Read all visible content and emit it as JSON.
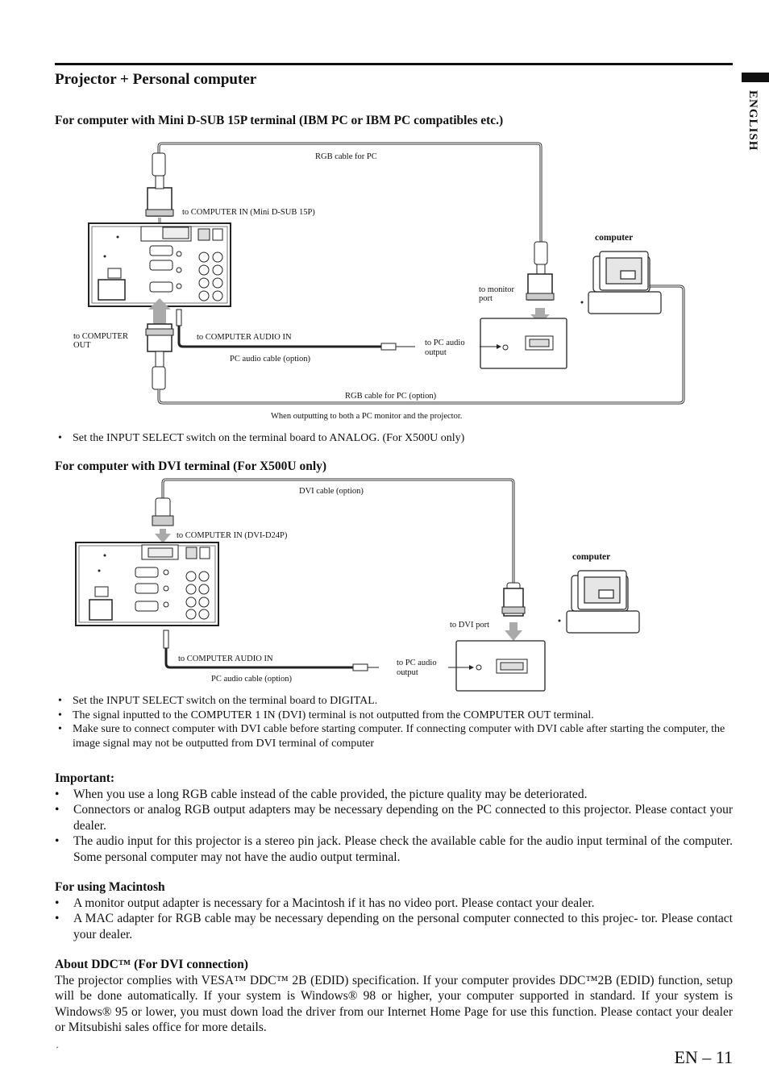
{
  "header": {
    "title": "Projector + Personal computer",
    "side_label": "ENGLISH"
  },
  "section1": {
    "heading": "For computer with Mini D-SUB 15P terminal (IBM PC or IBM PC compatibles etc.)",
    "labels": {
      "rgb_cable": "RGB cable for PC",
      "computer_in": "to COMPUTER IN (Mini D-SUB 15P)",
      "computer": "computer",
      "monitor_port_1": "to monitor",
      "monitor_port_2": "port",
      "computer_out_1": "to COMPUTER",
      "computer_out_2": "OUT",
      "audio_in": "to COMPUTER AUDIO IN",
      "pc_audio_1": "to PC audio",
      "pc_audio_2": "output",
      "audio_cable": "PC audio cable (option)",
      "rgb_cable_option": "RGB cable for PC (option)",
      "note": "When outputting to both a PC monitor and the projector."
    },
    "bullets": [
      "Set the INPUT SELECT switch on the terminal board to ANALOG. (For X500U only)"
    ]
  },
  "section2": {
    "heading": "For computer with DVI terminal (For X500U only)",
    "labels": {
      "dvi_cable": "DVI cable (option)",
      "computer_in": "to COMPUTER IN (DVI-D24P)",
      "computer": "computer",
      "dvi_port": "to DVI port",
      "audio_in": "to COMPUTER AUDIO IN",
      "pc_audio_1": "to PC audio",
      "pc_audio_2": "output",
      "audio_cable": "PC audio cable (option)"
    },
    "bullets": [
      "Set the INPUT SELECT switch on the terminal board to DIGITAL.",
      "The signal inputted to the COMPUTER 1 IN (DVI) terminal is not outputted from the COMPUTER OUT terminal.",
      "Make sure to connect computer with DVI cable before starting computer. If connecting computer with DVI cable after starting the computer, the image signal may not be outputted from DVI terminal of computer"
    ]
  },
  "important": {
    "heading": "Important:",
    "items": [
      "When you use a long RGB cable instead of the cable provided, the picture quality may be deteriorated.",
      "Connectors or analog RGB output adapters may be necessary depending on the PC connected to this projector. Please contact your dealer.",
      "The audio input for this projector is a stereo pin jack. Please check the available cable for the audio input terminal of the computer.  Some personal computer may not have the audio output terminal."
    ]
  },
  "macintosh": {
    "heading": "For using Macintosh",
    "items": [
      "A monitor output adapter is necessary for a Macintosh if it has no video port. Please contact your dealer.",
      "A MAC adapter for RGB cable may be necessary depending on the personal computer connected to this projec- tor.  Please contact your dealer."
    ]
  },
  "ddc": {
    "heading": "About DDC™ (For DVI connection)",
    "text": "The projector complies with VESA™ DDC™ 2B (EDID) specification. If your computer provides DDC™2B (EDID) function,  setup will be done automatically. If your system is Windows® 98 or higher, your computer supported in standard. If your system is Windows® 95 or lower, you must down load the driver from our Internet Home Page for use this function. Please contact your dealer or Mitsubishi sales office for more details."
  },
  "footer": {
    "mark": "´",
    "page": "EN – 11"
  }
}
